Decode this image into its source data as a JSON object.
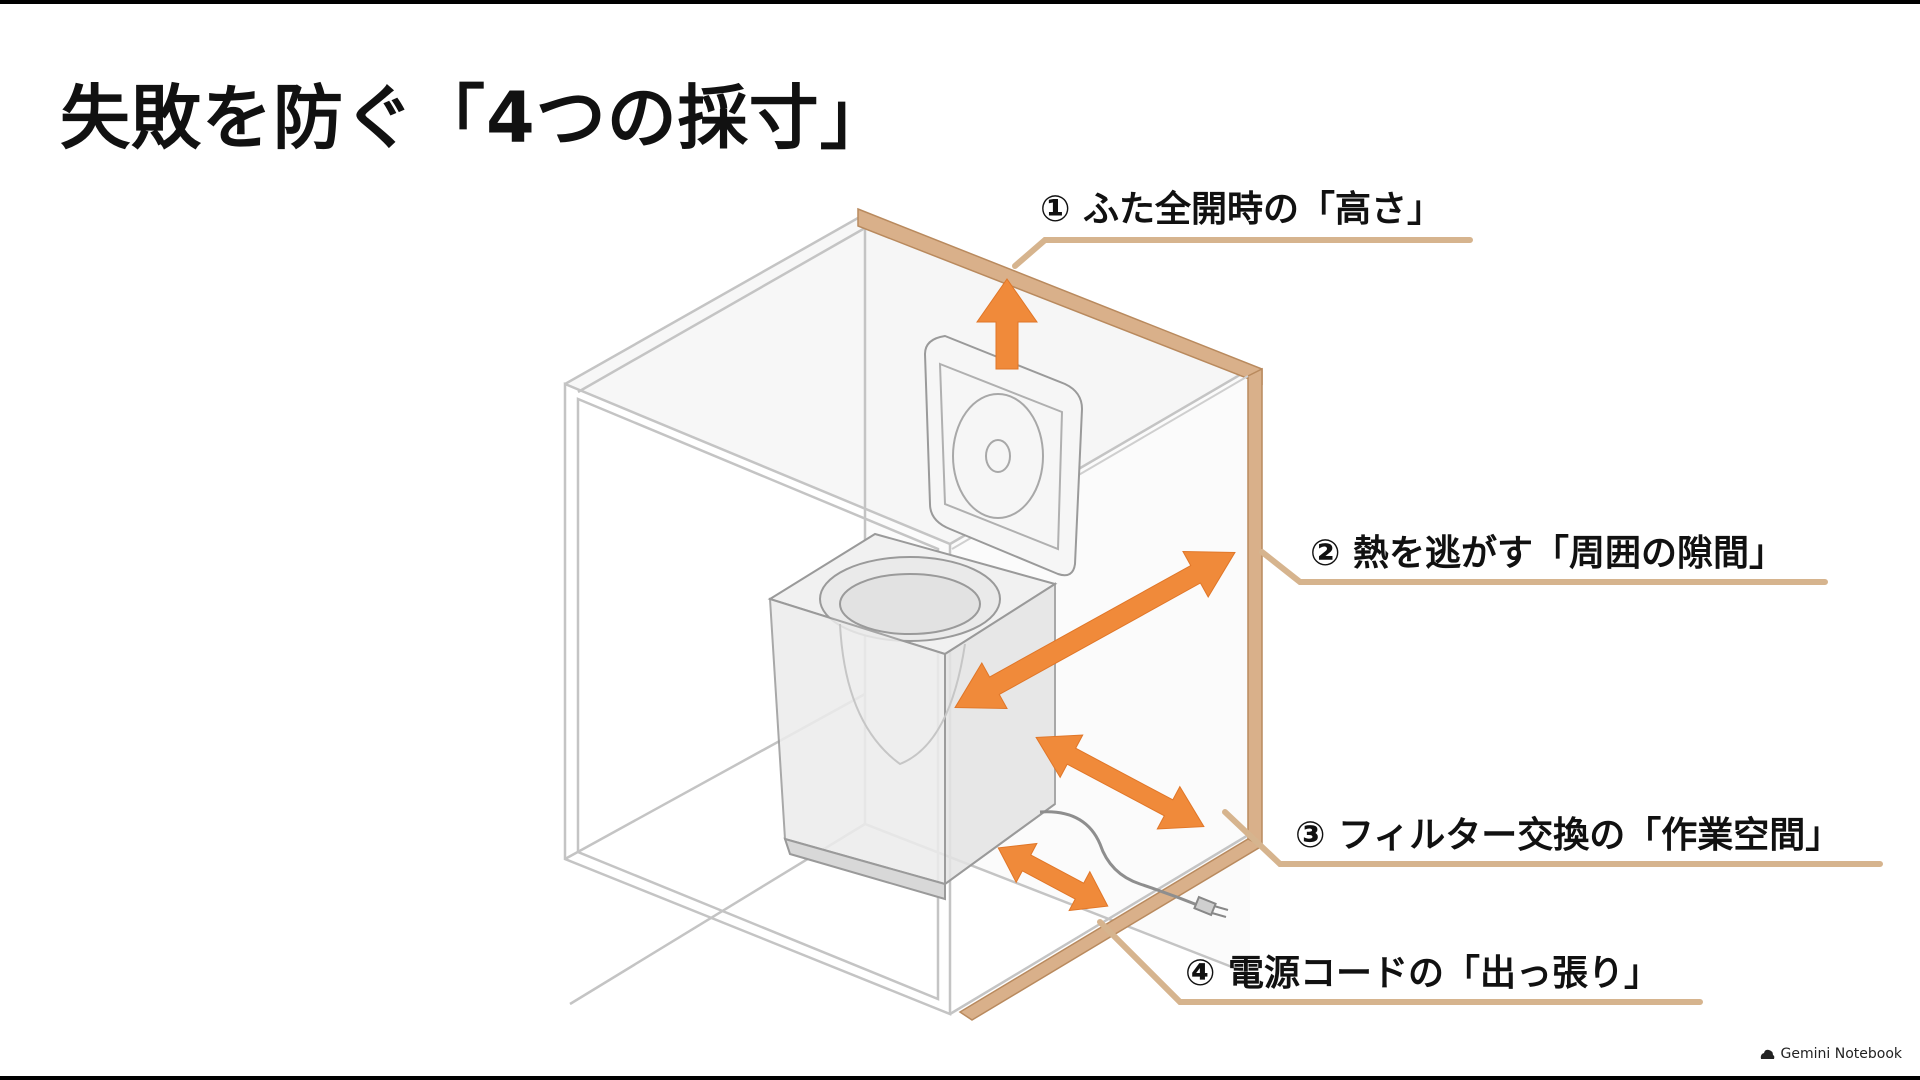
{
  "title": "失敗を防ぐ「4つの採寸」",
  "callouts": [
    {
      "id": "lid-height",
      "text": "① ふた全開時の「高さ」"
    },
    {
      "id": "surrounding-gap",
      "text": "② 熱を逃がす「周囲の隙間」"
    },
    {
      "id": "filter-workspace",
      "text": "③ フィルター交換の「作業空間」"
    },
    {
      "id": "power-cord",
      "text": "④ 電源コードの「出っ張り」"
    }
  ],
  "brand": {
    "name": "Gemini Notebook",
    "icon": "cloud-icon"
  },
  "colors": {
    "arrow": "#f08a3a",
    "wood": "#d9b08a",
    "wood_dark": "#b98a5e",
    "leader": "#d6b48e",
    "cabinet_line": "#bdbdbd",
    "appliance_line": "#9a9a9a"
  }
}
